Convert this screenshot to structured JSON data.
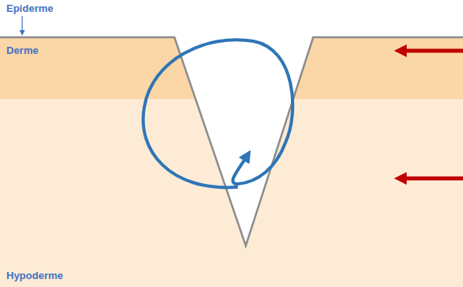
{
  "diagram": {
    "labels": [
      "Epiderme",
      "Derme",
      "Hypoderme"
    ]
  }
}
